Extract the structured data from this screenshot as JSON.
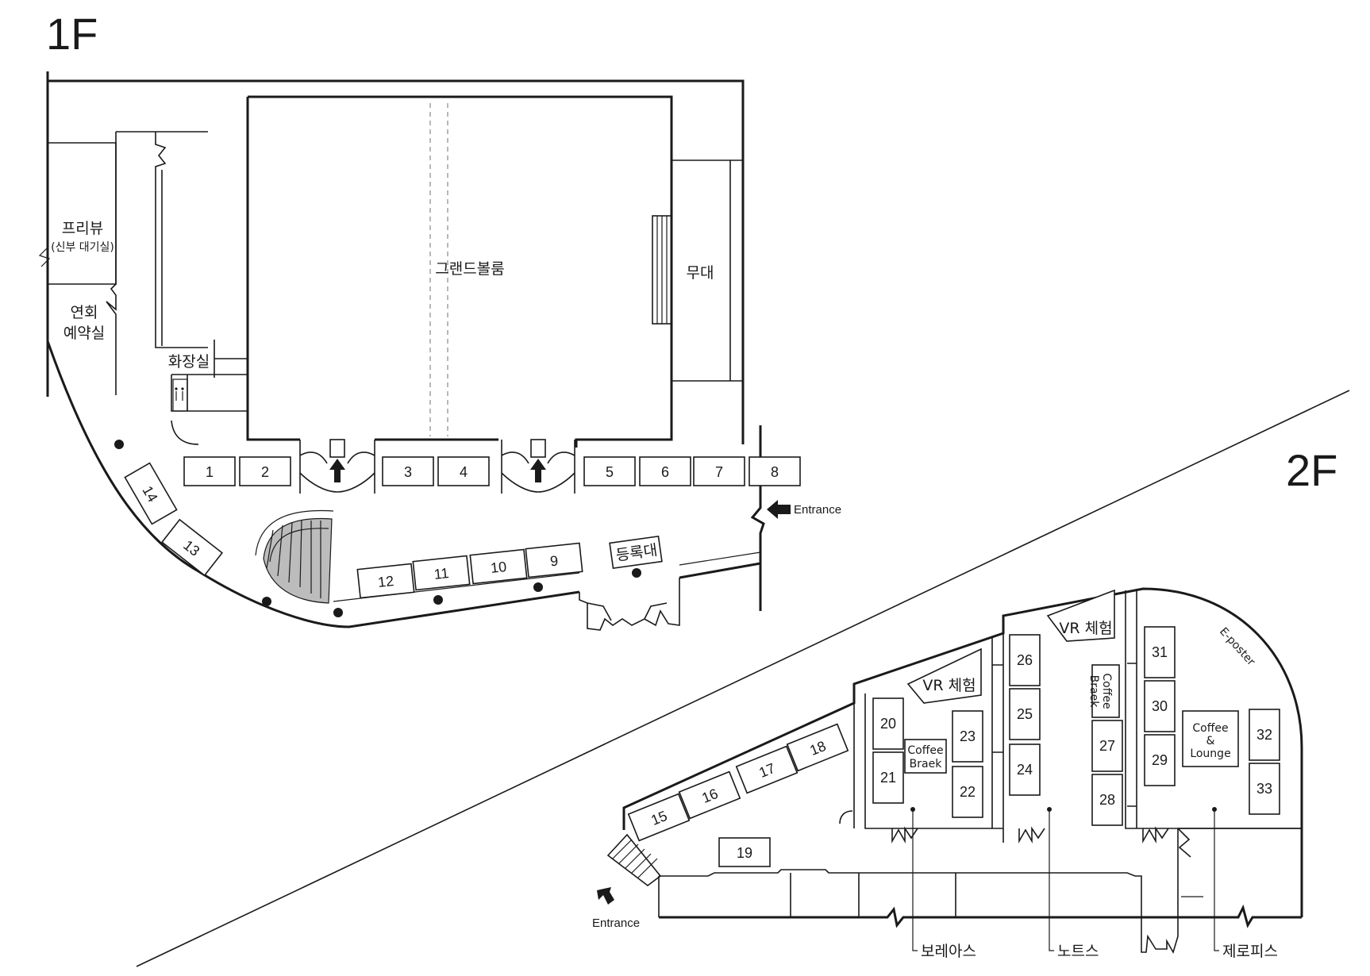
{
  "floors": {
    "f1": {
      "label": "1F",
      "rooms": {
        "ballroom": "그랜드볼룸",
        "stage": "무대",
        "preview_title": "프리뷰",
        "preview_sub": "(신부 대기실)",
        "banquet_line1": "연회",
        "banquet_line2": "예약실",
        "restroom": "화장실",
        "registration": "등록대"
      },
      "entrance": "Entrance",
      "booths": [
        "1",
        "2",
        "3",
        "4",
        "5",
        "6",
        "7",
        "8",
        "9",
        "10",
        "11",
        "12",
        "13",
        "14"
      ]
    },
    "f2": {
      "label": "2F",
      "entrance": "Entrance",
      "vr_1": "VR 체험",
      "vr_2": "VR 체험",
      "coffee_break_1": [
        "Coffee",
        "Braek"
      ],
      "coffee_break_2": [
        "Coffee",
        "Braek"
      ],
      "coffee_lounge": [
        "Coffee",
        "&",
        "Lounge"
      ],
      "eposter": "E-poster",
      "halls": [
        "보레아스",
        "노트스",
        "제로피스"
      ],
      "booths": [
        "15",
        "16",
        "17",
        "18",
        "19",
        "20",
        "21",
        "22",
        "23",
        "24",
        "25",
        "26",
        "27",
        "28",
        "29",
        "30",
        "31",
        "32",
        "33"
      ]
    }
  },
  "colors": {
    "line": "#1a1a1a",
    "stairs": "#bcbcbc",
    "background": "#ffffff"
  },
  "icons": {
    "entrance_arrow": "arrow-icon",
    "restroom": "restroom-icon",
    "column": "column-dot"
  }
}
